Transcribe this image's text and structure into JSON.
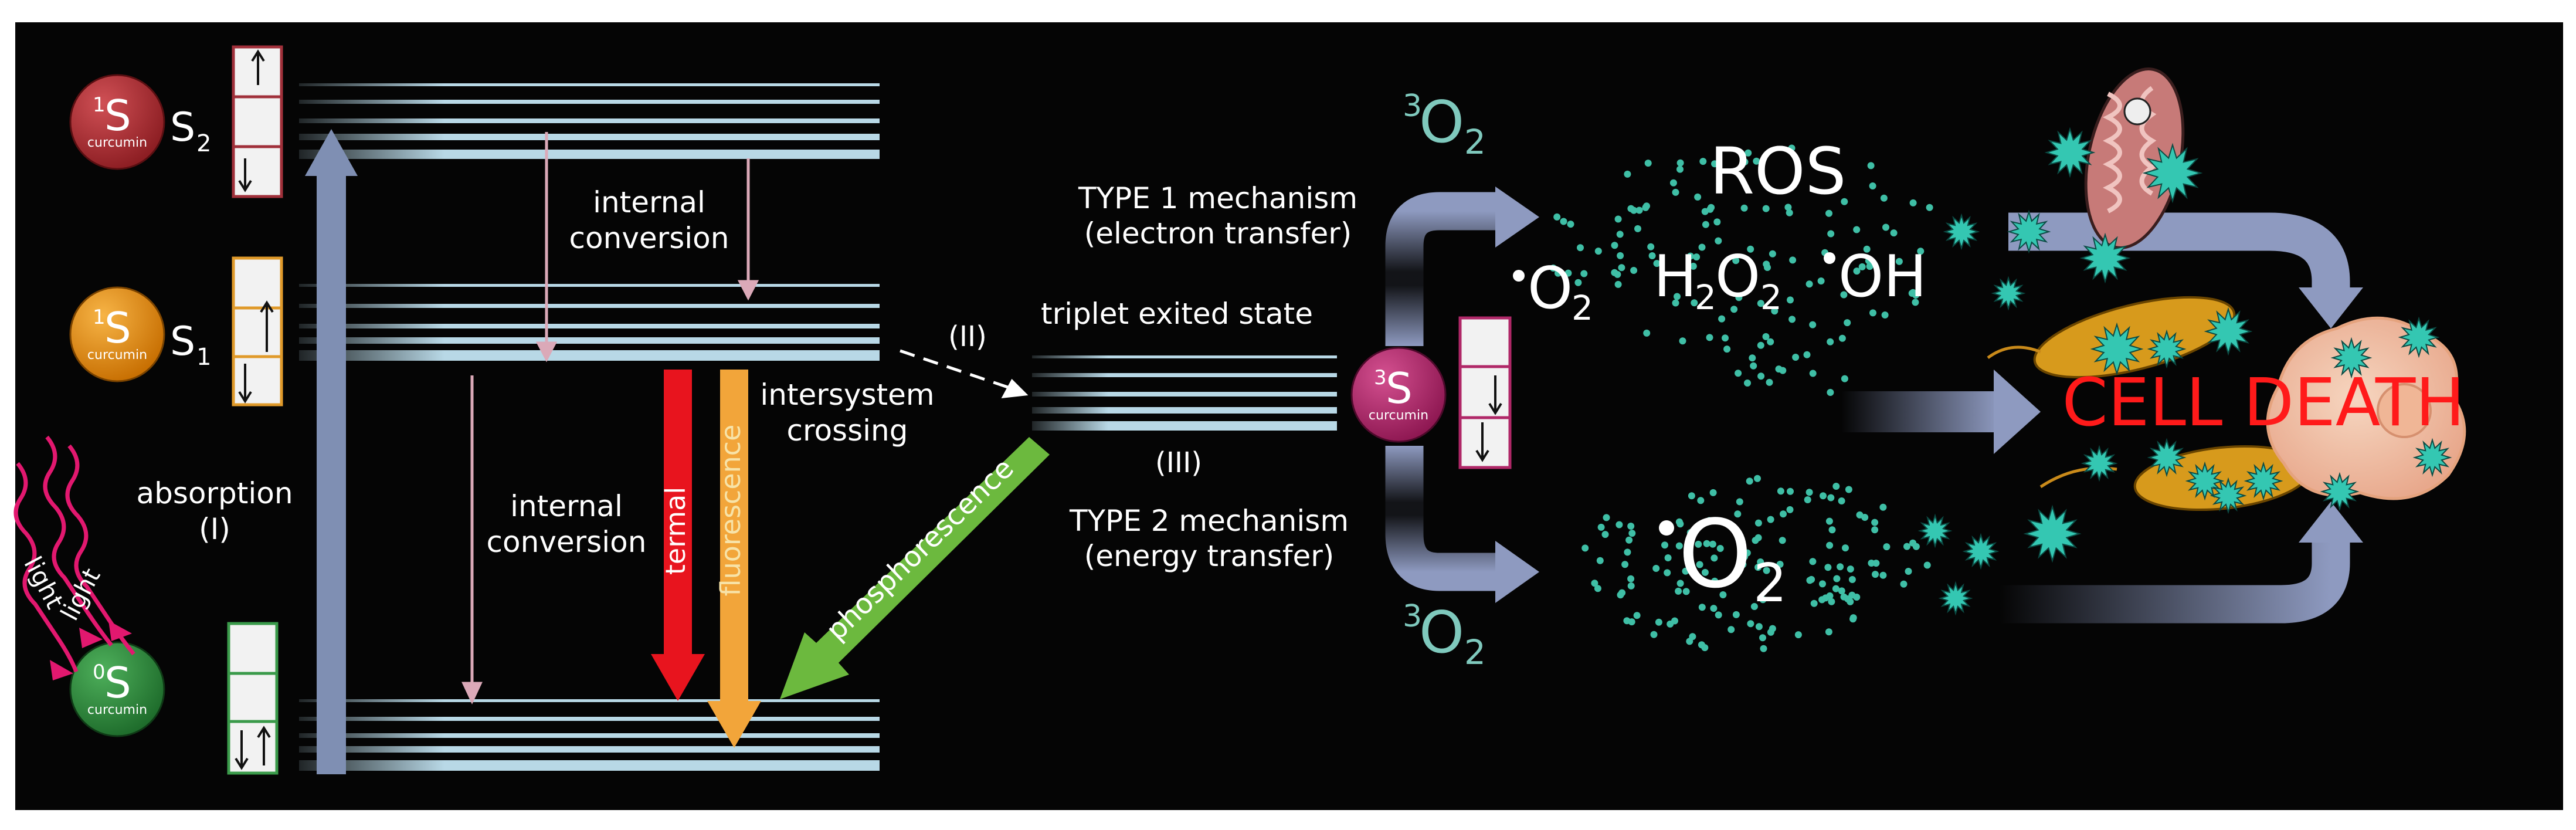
{
  "colors": {
    "background": "#050505",
    "level_line": "#b8d8e6",
    "absorption_arrow": "#7f8fb3",
    "internal_conversion_arrow": "#dba9b8",
    "termal_arrow": "#e8141e",
    "fluorescence_arrow": "#f2a53a",
    "phosphorescence_arrow": "#6cb93e",
    "flow_arrow": "#8e9ac0",
    "ros_dot": "#3fbfa6",
    "oxygen_label": "#7fc9bd",
    "cell_death": "#ff1a1a",
    "s2_sphere": "#a6262b",
    "s1_sphere": "#e28c10",
    "s0_sphere": "#2e8b3e",
    "triplet_sphere": "#b02868",
    "light_wave": "#e2186f"
  },
  "states": {
    "s2": {
      "sup": "1",
      "letter": "S",
      "sub": "curcumin",
      "label": "S",
      "label_sub": "2"
    },
    "s1": {
      "sup": "1",
      "letter": "S",
      "sub": "curcumin",
      "label": "S",
      "label_sub": "1"
    },
    "s0": {
      "sup": "0",
      "letter": "S",
      "sub": "curcumin"
    },
    "t1": {
      "sup": "3",
      "letter": "S",
      "sub": "curcumin"
    }
  },
  "labels": {
    "internal_conversion_top_1": "internal",
    "internal_conversion_top_2": "conversion",
    "internal_conversion_mid_1": "internal",
    "internal_conversion_mid_2": "conversion",
    "absorption_1": "absorption",
    "absorption_2": "(I)",
    "intersystem_1": "intersystem",
    "intersystem_2": "crossing",
    "termal": "termal",
    "fluorescence": "fluorescence",
    "phosphorescence": "phosphorescence",
    "light_1": "light",
    "light_2": "light",
    "step_ii": "(II)",
    "step_iii": "(III)",
    "triplet_state": "triplet exited state",
    "type1_1": "TYPE 1 mechanism",
    "type1_2": "(electron transfer)",
    "type2_1": "TYPE 2 mechanism",
    "type2_2": "(energy transfer)",
    "cell_death": "CELL DEATH"
  },
  "species": {
    "o2_triplet_top": {
      "sup": "3",
      "main": "O",
      "sub": "2"
    },
    "o2_triplet_bottom": {
      "sup": "3",
      "main": "O",
      "sub": "2"
    },
    "ros": "ROS",
    "superoxide": {
      "main": "O",
      "sub": "2"
    },
    "h2o2": {
      "pre": "H",
      "pre_sub": "2",
      "main": "O",
      "sub": "2"
    },
    "hydroxyl": "OH",
    "singlet_o2": {
      "main": "O",
      "sub": "2"
    }
  }
}
